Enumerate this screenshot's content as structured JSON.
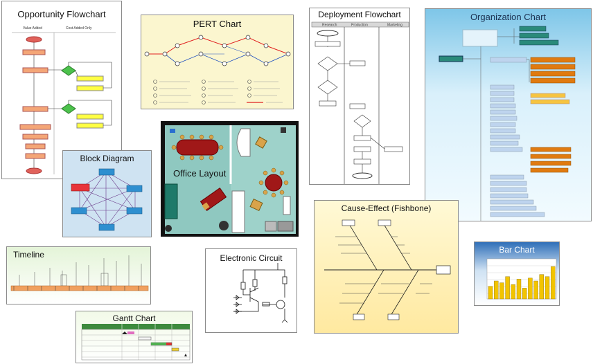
{
  "thumbnails": {
    "opportunity": {
      "title": "Opportunity Flowchart",
      "col_left": "Value Added",
      "col_right": "Cost Added Only"
    },
    "pert": {
      "title": "PERT Chart"
    },
    "deployment": {
      "title": "Deployment Flowchart",
      "lanes": [
        "Research",
        "Production",
        "Marketing"
      ]
    },
    "organization": {
      "title": "Organization Chart"
    },
    "block": {
      "title": "Block Diagram"
    },
    "office": {
      "title": "Office Layout"
    },
    "fishbone": {
      "title": "Cause-Effect (Fishbone)"
    },
    "timeline": {
      "title": "Timeline"
    },
    "circuit": {
      "title": "Electronic Circuit"
    },
    "bar": {
      "title": "Bar Chart"
    },
    "gantt": {
      "title": "Gantt Chart"
    }
  },
  "colors": {
    "pert_bg": "#fbf6cf",
    "org_bg": "#d6ecf8",
    "block_bg": "#cfe3f2",
    "office_floor": "#8fc8c0",
    "fishbone_bg": "#fff4c0",
    "timeline_bar": "#f0a060",
    "gantt_header": "#3d8a3d",
    "bar_fill": "#f2c400"
  }
}
